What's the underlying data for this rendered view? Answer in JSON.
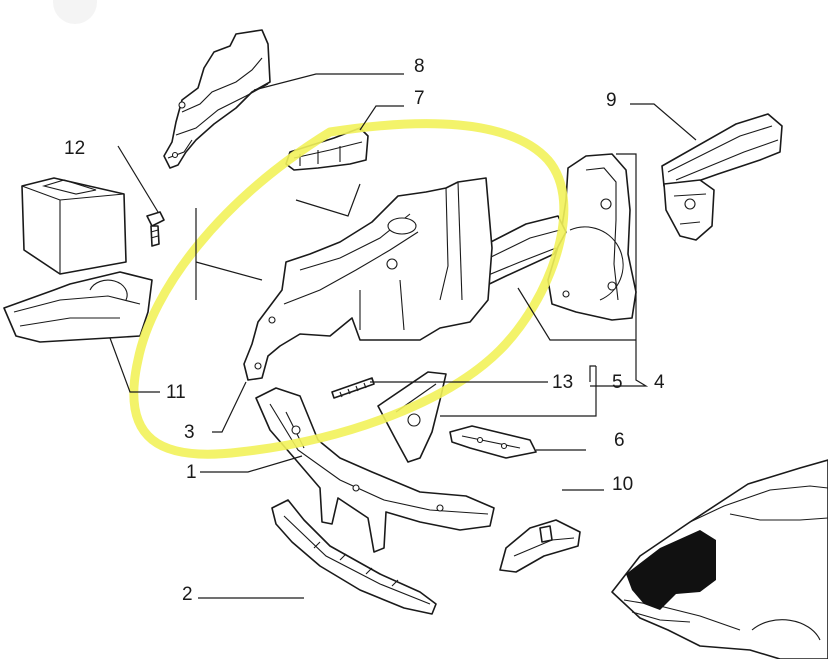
{
  "labels": {
    "l1": "1",
    "l2": "2",
    "l3": "3",
    "l4": "4",
    "l5": "5",
    "l6": "6",
    "l7": "7",
    "l8": "8",
    "l9": "9",
    "l10": "10",
    "l11": "11",
    "l12": "12",
    "l13": "13"
  },
  "colors": {
    "highlight": "#f2f25a",
    "line": "#1a1a1a",
    "car_shade": "#111111"
  }
}
